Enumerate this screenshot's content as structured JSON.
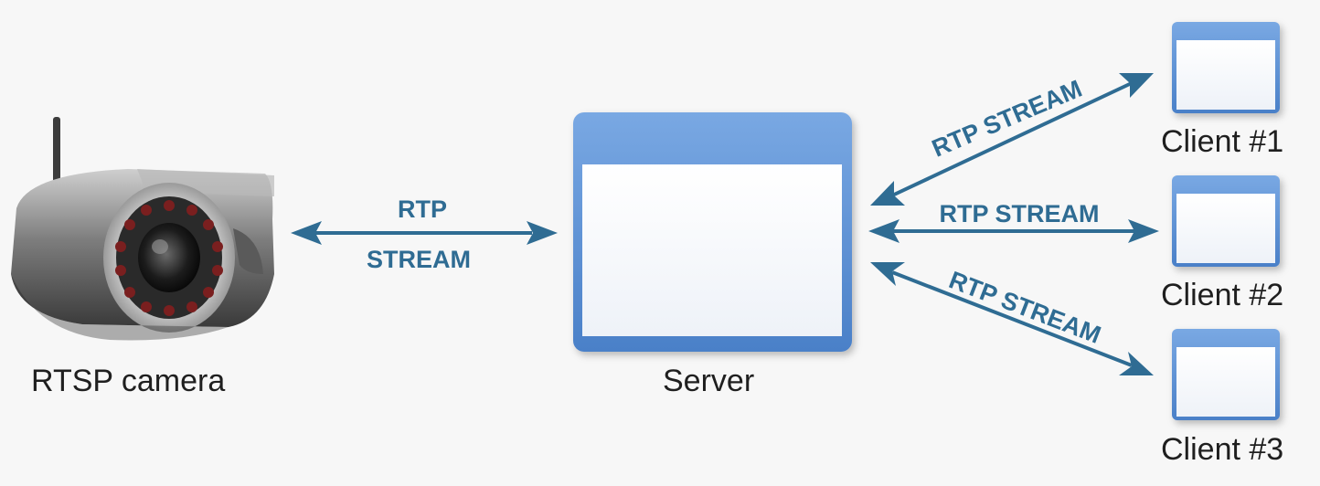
{
  "nodes": {
    "camera_label": "RTSP camera",
    "server_label": "Server",
    "clients": [
      {
        "label": "Client #1"
      },
      {
        "label": "Client #2"
      },
      {
        "label": "Client #3"
      }
    ]
  },
  "links": {
    "camera_server_line1": "RTP",
    "camera_server_line2": "STREAM",
    "client1": "RTP STREAM",
    "client2": "RTP STREAM",
    "client3": "RTP STREAM"
  },
  "colors": {
    "arrow": "#2f6c93",
    "window_title": "#5a8fd3",
    "window_body": "#ffffff",
    "background": "#f7f7f7"
  },
  "icons": {
    "camera": "security-camera-icon",
    "server": "window-icon",
    "client": "window-icon"
  }
}
